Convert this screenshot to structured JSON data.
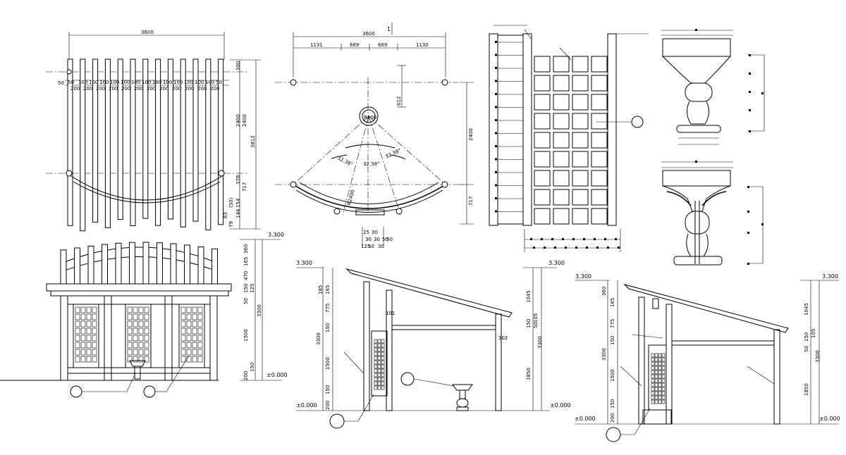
{
  "plan_top_left": {
    "width_total": "3600",
    "spacing_row": [
      "50",
      "100",
      "100",
      "100",
      "100",
      "100",
      "100",
      "100",
      "100",
      "100",
      "100",
      "100",
      "100",
      "100",
      "50"
    ],
    "spacing_row2": [
      "200",
      "200",
      "200",
      "200",
      "200",
      "200",
      "200",
      "200",
      "200",
      "200",
      "200",
      "200"
    ],
    "left_label": "50",
    "right_labels": [
      "300",
      "2400",
      "2400",
      "3812",
      "378",
      "717",
      "(50)",
      "154",
      "144",
      "79",
      "63"
    ]
  },
  "plan_center": {
    "section_mark": "1",
    "width_total": "3600",
    "segments": [
      "1131",
      "669",
      "669",
      "1130"
    ],
    "offset": "612",
    "height_right": "2400",
    "height_bottom": "717",
    "radius": "R2400",
    "small_radius": "R200",
    "angles": [
      "32.38°",
      "32.38°",
      "32.38°"
    ],
    "bottom_dims": [
      "25",
      "30",
      "30",
      "30",
      "50",
      "125",
      "50",
      "30",
      "50"
    ]
  },
  "elev_front": {
    "level_top": "3.300",
    "level_zero": "±0.000",
    "dims": [
      "360",
      "165",
      "470",
      "150",
      "125",
      "50",
      "1500",
      "3300",
      "150",
      "200"
    ]
  },
  "elev_side1": {
    "level_top_left": "3.300",
    "level_top_right": "3.300",
    "level_zero_left": "±0.000",
    "level_zero_right": "±0.000",
    "dims_left": [
      "165",
      "185",
      "775",
      "150",
      "1500",
      "3300",
      "150",
      "200"
    ],
    "dims_right": [
      "1045",
      "150",
      "50",
      "105",
      "3300",
      "1850"
    ],
    "tag_a": "101",
    "tag_b": "102"
  },
  "elev_side2": {
    "level_top_left": "3.300",
    "level_top_right": "3.300",
    "level_zero_left": "±0.000",
    "level_zero_right": "±0.000",
    "dims_left": [
      "360",
      "165",
      "775",
      "150",
      "1500",
      "3300",
      "150",
      "200"
    ],
    "dims_right": [
      "1045",
      "150",
      "50",
      "105",
      "3300",
      "1850"
    ]
  }
}
